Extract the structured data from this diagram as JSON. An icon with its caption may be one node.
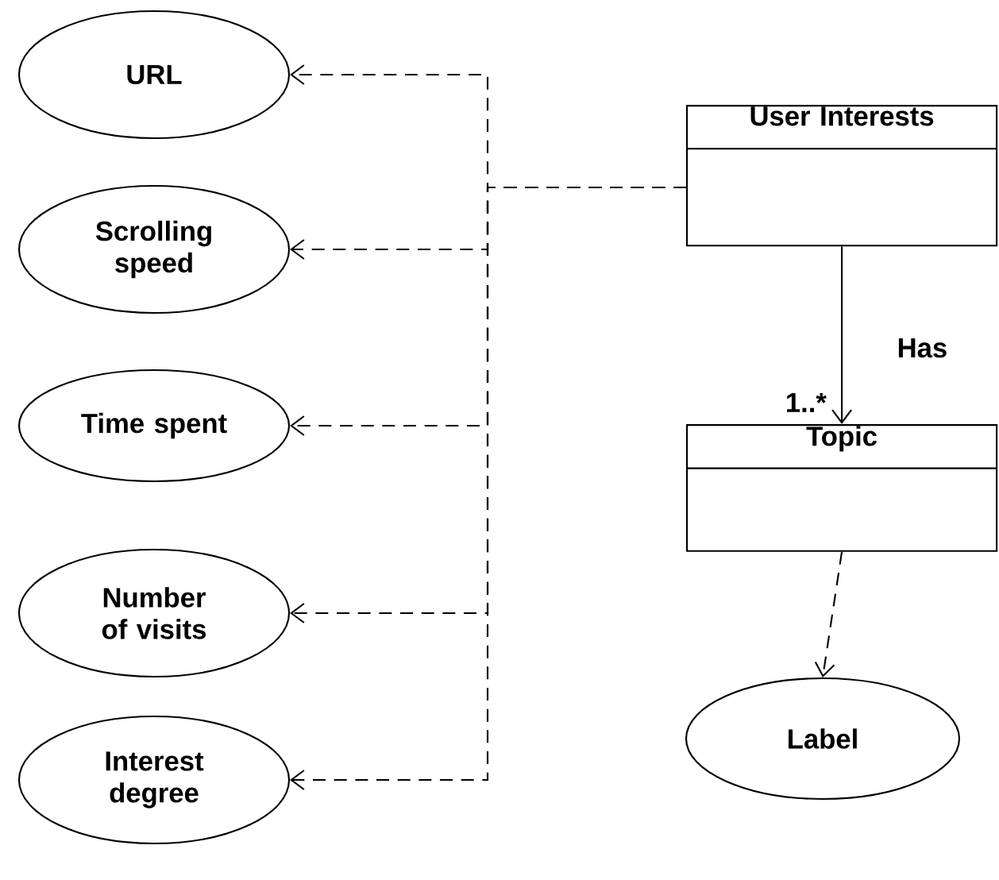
{
  "diagram": {
    "nodes": [
      {
        "text": [
          "URL"
        ]
      },
      {
        "text": [
          "Scrolling speed"
        ]
      },
      {
        "text": [
          "Time spent"
        ]
      },
      {
        "text": [
          "Number of visits"
        ]
      },
      {
        "text": [
          "Interest degree"
        ]
      },
      {
        "text": [
          "User Interests"
        ]
      },
      {
        "text": [
          "Topic"
        ]
      },
      {
        "text": [
          "Label"
        ]
      }
    ],
    "edges": [
      {
        "from": 5,
        "to": 0,
        "arrow": "to",
        "style": "dashed"
      },
      {
        "from": 5,
        "to": 1,
        "arrow": "to",
        "style": "dashed"
      },
      {
        "from": 5,
        "to": 2,
        "arrow": "to",
        "style": "dashed"
      },
      {
        "from": 5,
        "to": 3,
        "arrow": "to",
        "style": "dashed"
      },
      {
        "from": 5,
        "to": 4,
        "arrow": "to",
        "style": "dashed"
      },
      {
        "from": 5,
        "to": 6,
        "arrow": "to",
        "label": "Has"
      },
      {
        "from": 6,
        "to": 7,
        "arrow": "to",
        "style": "dashed"
      }
    ],
    "labels": [
      "1..*"
    ]
  }
}
